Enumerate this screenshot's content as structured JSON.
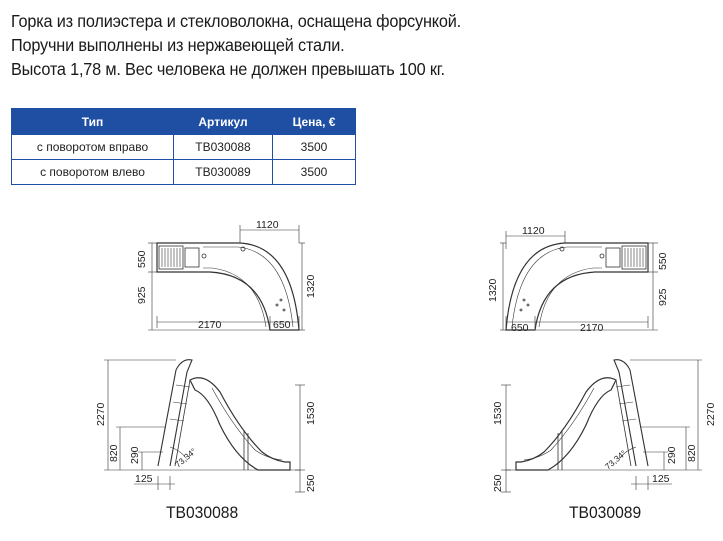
{
  "description": {
    "line1": "Горка из полиэстера и стекловолокна, оснащена форсункой.",
    "line2": "Поручни выполнены из нержавеющей стали.",
    "line3": "Высота 1,78 м. Вес человека не должен превышать 100 кг."
  },
  "table": {
    "headers": {
      "type": "Тип",
      "article": "Артикул",
      "price": "Цена, €"
    },
    "rows": [
      {
        "type": "с поворотом вправо",
        "article": "TB030088",
        "price": "3500"
      },
      {
        "type": "с поворотом влево",
        "article": "TB030089",
        "price": "3500"
      }
    ]
  },
  "drawings": {
    "left": {
      "model": "TB030088",
      "top_dims": {
        "w1120": "1120",
        "h550": "550",
        "h925": "925",
        "h1320": "1320",
        "w2170": "2170",
        "w650": "650"
      },
      "side_dims": {
        "h2270": "2270",
        "h820": "820",
        "h290": "290",
        "h1530": "1530",
        "h250": "250",
        "w125": "125",
        "angle": "73,34°"
      }
    },
    "right": {
      "model": "TB030089",
      "top_dims": {
        "w1120": "1120",
        "h1320": "1320",
        "h550": "550",
        "h925": "925",
        "w650": "650",
        "w2170": "2170"
      },
      "side_dims": {
        "h1530": "1530",
        "h250": "250",
        "angle": "73,34°",
        "h290": "290",
        "h820": "820",
        "h2270": "2270",
        "w125": "125"
      }
    }
  }
}
